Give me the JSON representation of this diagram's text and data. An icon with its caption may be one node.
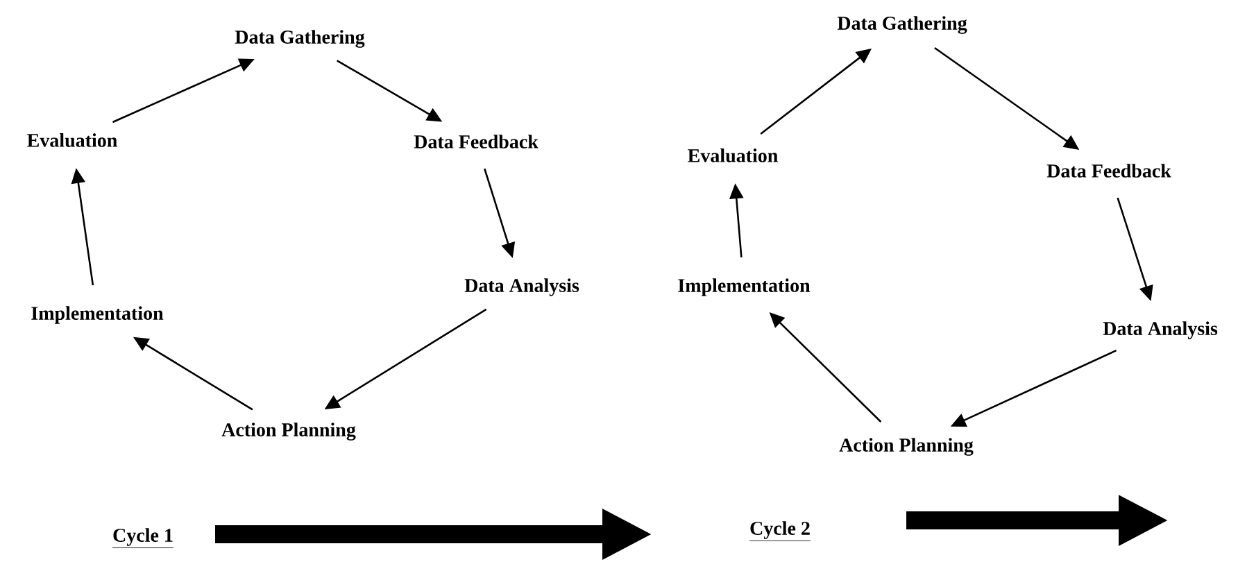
{
  "diagram": {
    "nodes": [
      {
        "text": [
          "Data Gathering"
        ]
      },
      {
        "text": [
          "Data Feedback"
        ]
      },
      {
        "text": [
          "Data Analysis"
        ]
      },
      {
        "text": [
          "Action Planning"
        ]
      },
      {
        "text": [
          "Implementation"
        ]
      },
      {
        "text": [
          "Evaluation"
        ]
      },
      {
        "text": [
          "Data Gathering"
        ]
      },
      {
        "text": [
          "Data Feedback"
        ]
      },
      {
        "text": [
          "Data Analysis"
        ]
      },
      {
        "text": [
          "Action Planning"
        ]
      },
      {
        "text": [
          "Implementation"
        ]
      },
      {
        "text": [
          "Evaluation"
        ]
      }
    ],
    "edges": [
      {
        "from": 0,
        "to": 1,
        "arrow": "to"
      },
      {
        "from": 1,
        "to": 2,
        "arrow": "to"
      },
      {
        "from": 2,
        "to": 3,
        "arrow": "to"
      },
      {
        "from": 3,
        "to": 4,
        "arrow": "to"
      },
      {
        "from": 4,
        "to": 5,
        "arrow": "to"
      },
      {
        "from": 5,
        "to": 0,
        "arrow": "to"
      },
      {
        "from": 6,
        "to": 7,
        "arrow": "to"
      },
      {
        "from": 7,
        "to": 8,
        "arrow": "to"
      },
      {
        "from": 8,
        "to": 9,
        "arrow": "to"
      },
      {
        "from": 9,
        "to": 10,
        "arrow": "to"
      },
      {
        "from": 10,
        "to": 11,
        "arrow": "to"
      },
      {
        "from": 11,
        "to": 6,
        "arrow": "to"
      }
    ],
    "labels": [
      "Cycle 1",
      "Cycle 2"
    ]
  }
}
